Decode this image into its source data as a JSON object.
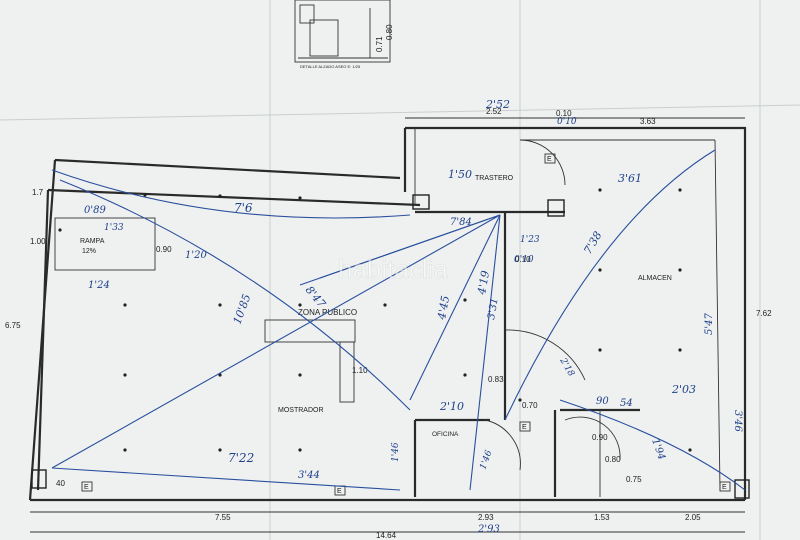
{
  "rooms": {
    "trastero": "TRASTERO",
    "almacen": "ALMACEN",
    "zona_publico": "ZONA PUBLICO",
    "rampa": "RAMPA",
    "rampa_pct": "12%",
    "mostrador": "MOSTRADOR",
    "oficina": "OFICINA"
  },
  "detail_caption": "DETALLE ALZADO ASEO E: 1/25",
  "watermark": "habitaclia",
  "emergency_mark": "E",
  "printed_dims": {
    "top_width": "2.52",
    "top_small": "0.10",
    "right_top": "3.63",
    "left_height": "6.75",
    "right_height": "7.62",
    "left_small_a": "1.7",
    "left_small_b": "1.00",
    "rampa_w": "0.90",
    "counter_h": "1.10",
    "bottom_left": "7.55",
    "bottom_mid": "2.93",
    "bottom_mid2": "1.53",
    "bottom_right": "2.05",
    "total": "14.64",
    "door_083": "0.83",
    "door_070": "0.70",
    "wc_090": "0.90",
    "wc_080": "0.80",
    "wc_075": "0.75",
    "detail_071": "0.71",
    "detail_080": "0.80",
    "small_010": "0.10",
    "oficina_lbl": "40"
  },
  "handwritten": {
    "h1": "2'52",
    "h2": "0'10",
    "h3": "1'50",
    "h4": "3'61",
    "h5": "7'6",
    "h6": "1'33",
    "h7": "0'89",
    "h8": "1'20",
    "h9": "1'24",
    "h10": "10'85",
    "h11": "8'47",
    "h12": "4'45",
    "h13": "4'19",
    "h14": "3'31",
    "h15": "7'84",
    "h16": "1'23",
    "h17": "7'38",
    "h18": "2'03",
    "h19": "7'22",
    "h20": "3'44",
    "h21": "2'10",
    "h22": "1'46",
    "h23": "1'46",
    "h24": "2'93",
    "h25": "90",
    "h26": "54",
    "h27": "1'94",
    "h28": "3'46",
    "h29": "2'18",
    "h30": "0'10",
    "h31": "5'47"
  }
}
